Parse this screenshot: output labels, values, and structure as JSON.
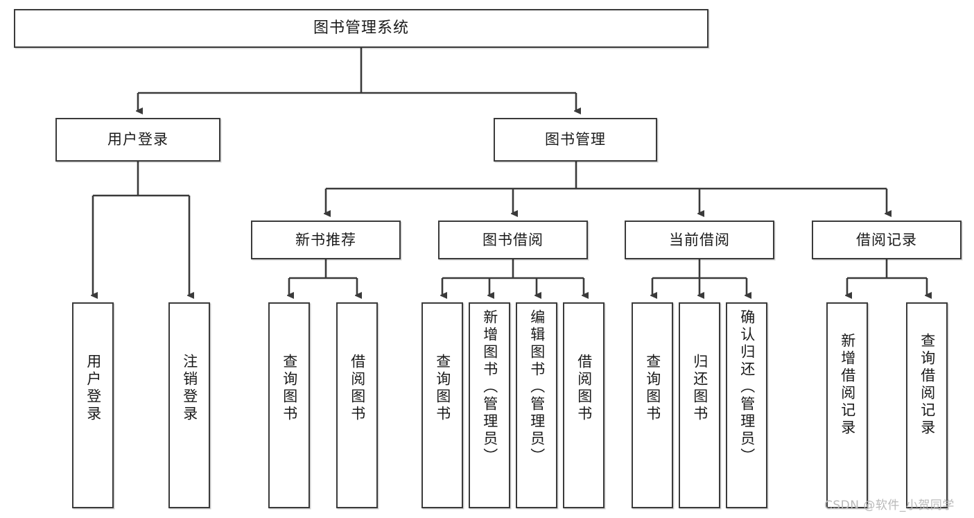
{
  "diagram": {
    "type": "tree-hierarchy",
    "title": "图书管理系统",
    "watermark": "CSDN @软件_小贺同学",
    "nodes": {
      "root": {
        "label": "图书管理系统"
      },
      "level2": [
        {
          "id": "user-login",
          "label": "用户登录"
        },
        {
          "id": "book-manage",
          "label": "图书管理"
        }
      ],
      "level3": [
        {
          "id": "new-book-recommend",
          "label": "新书推荐"
        },
        {
          "id": "book-borrow",
          "label": "图书借阅"
        },
        {
          "id": "current-borrow",
          "label": "当前借阅"
        },
        {
          "id": "borrow-record",
          "label": "借阅记录"
        }
      ],
      "leaves": {
        "user-login": [
          {
            "id": "leaf-user-login",
            "label": "用户登录"
          },
          {
            "id": "leaf-logout",
            "label": "注销登录"
          }
        ],
        "new-book-recommend": [
          {
            "id": "leaf-query-book-1",
            "label": "查询图书"
          },
          {
            "id": "leaf-borrow-book-1",
            "label": "借阅图书"
          }
        ],
        "book-borrow": [
          {
            "id": "leaf-query-book-2",
            "label": "查询图书"
          },
          {
            "id": "leaf-add-book",
            "label": "新增图书（管理员）"
          },
          {
            "id": "leaf-edit-book",
            "label": "编辑图书（管理员）"
          },
          {
            "id": "leaf-borrow-book-2",
            "label": "借阅图书"
          }
        ],
        "current-borrow": [
          {
            "id": "leaf-query-book-3",
            "label": "查询图书"
          },
          {
            "id": "leaf-return-book",
            "label": "归还图书"
          },
          {
            "id": "leaf-confirm-return",
            "label": "确认归还（管理员）"
          }
        ],
        "borrow-record": [
          {
            "id": "leaf-add-record",
            "label": "新增借阅记录"
          },
          {
            "id": "leaf-query-record",
            "label": "查询借阅记录"
          }
        ]
      }
    },
    "colors": {
      "stroke": "#3a3a3a",
      "fill": "#ffffff",
      "text": "#1a1a1a",
      "watermark": "#b9b9b9"
    }
  }
}
